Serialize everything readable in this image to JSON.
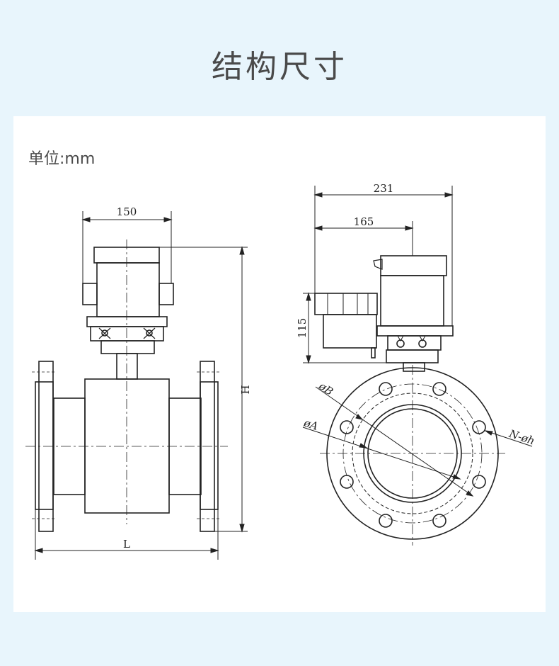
{
  "title": "结构尺寸",
  "unit": "单位:mm",
  "dimensions": {
    "d150": "150",
    "d231": "231",
    "d165": "165",
    "d115": "115",
    "dH": "H",
    "dL": "L",
    "dB": "øB",
    "dA": "øA",
    "dNh": "N-øh"
  }
}
